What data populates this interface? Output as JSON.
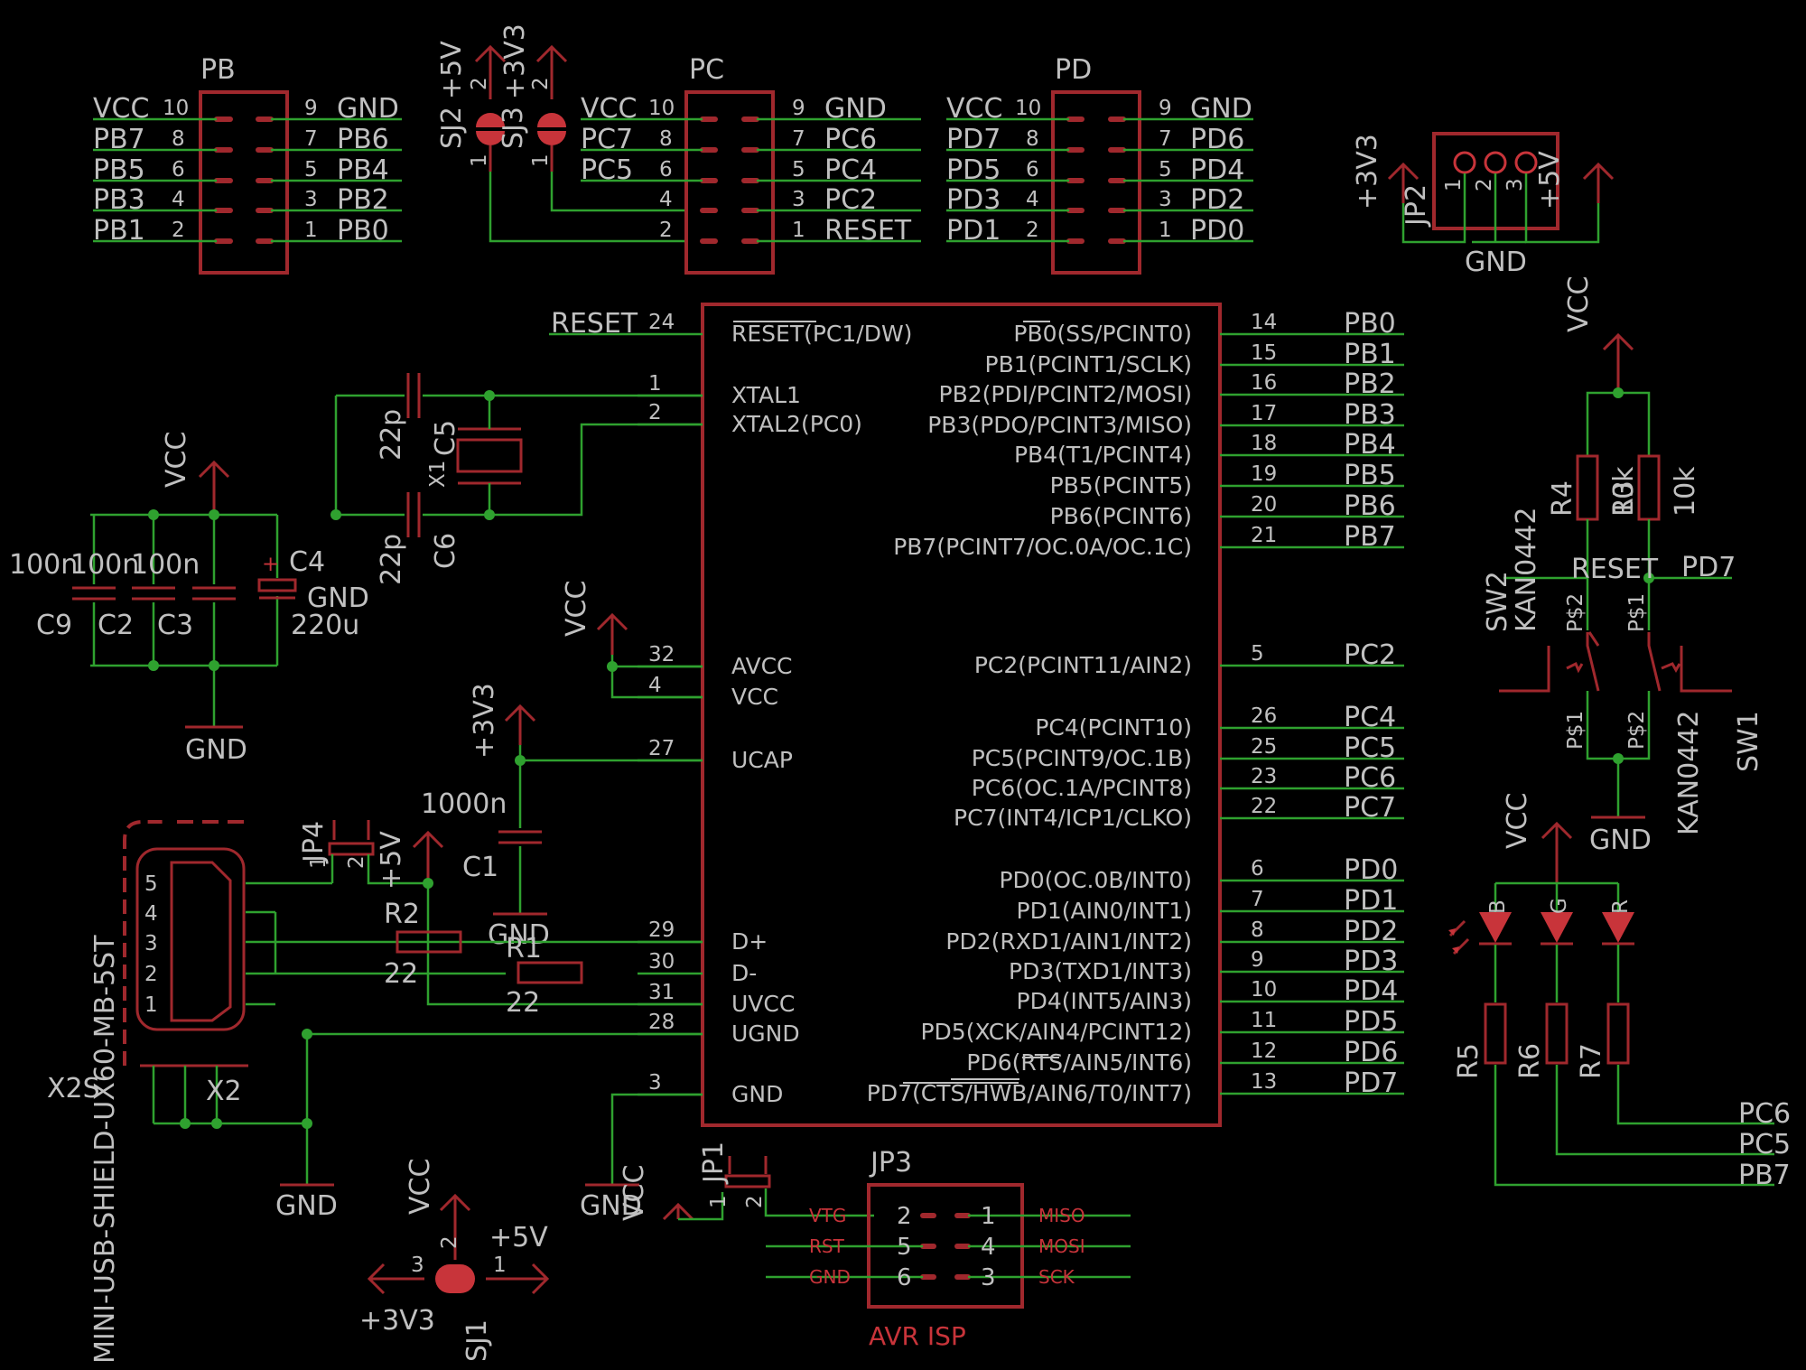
{
  "labels": {
    "pb_header": "PB",
    "pc_header": "PC",
    "pd_header": "PD",
    "vcc": "VCC",
    "gnd": "GND",
    "plus5v": "+5V",
    "plus3v3": "+3V3",
    "reset": "RESET",
    "pc2_net": "PC2",
    "pd7_net": "PD7",
    "pc6_net": "PC6",
    "pc5_net": "PC5",
    "pb7_net": "PB7",
    "pb7": "PB7",
    "pb6": "PB6",
    "pb5": "PB5",
    "pb4": "PB4",
    "pb3": "PB3",
    "pb2": "PB2",
    "pb1": "PB1",
    "pb0": "PB0",
    "pc7": "PC7",
    "pc6": "PC6",
    "pc5": "PC5",
    "pc4": "PC4",
    "pd7": "PD7",
    "pd6": "PD6",
    "pd5": "PD5",
    "pd4": "PD4",
    "pd3": "PD3",
    "pd2": "PD2",
    "pd1": "PD1",
    "pd0": "PD0",
    "n1": "1",
    "n2": "2",
    "n3": "3",
    "n4": "4",
    "n5": "5",
    "n6": "6",
    "n7": "7",
    "n8": "8",
    "n9": "9",
    "n10": "10",
    "sj1": "SJ1",
    "sj2": "SJ2",
    "sj3": "SJ3",
    "jp1": "JP1",
    "jp2": "JP2",
    "jp3": "JP3",
    "jp4": "JP4",
    "c1": "C1",
    "c2": "C2",
    "c3": "C3",
    "c4": "C4",
    "c5": "C5",
    "c6": "C6",
    "c9": "C9",
    "v100n": "100n",
    "v22p": "22p",
    "v220u": "220u",
    "v1000n": "1000n",
    "x1": "X1",
    "r1": "R1",
    "r2": "R2",
    "r3": "R3",
    "r4": "R4",
    "r5": "R5",
    "r6": "R6",
    "r7": "R7",
    "v22": "22",
    "v10k": "10k",
    "sw1": "SW1",
    "sw2": "SW2",
    "kan0442": "KAN0442",
    "p1": "P$1",
    "p2": "P$2",
    "x2": "X2",
    "x2s": "X2S",
    "usb": "MINI-USB-SHIELD-UX60-MB-5ST",
    "led_b": "B",
    "led_g": "G",
    "led_r": "R"
  },
  "mcu": {
    "left_pins": [
      {
        "num": "24",
        "name": "RESET(PC1/DW)"
      },
      {
        "num": "1",
        "name": "XTAL1"
      },
      {
        "num": "2",
        "name": "XTAL2(PC0)"
      },
      {
        "num": "32",
        "name": "AVCC"
      },
      {
        "num": "4",
        "name": "VCC"
      },
      {
        "num": "27",
        "name": "UCAP"
      },
      {
        "num": "29",
        "name": "D+"
      },
      {
        "num": "30",
        "name": "D-"
      },
      {
        "num": "31",
        "name": "UVCC"
      },
      {
        "num": "28",
        "name": "UGND"
      },
      {
        "num": "3",
        "name": "GND"
      }
    ],
    "right_pins": [
      {
        "num": "14",
        "name": "PB0(SS/PCINT0)",
        "net": "PB0"
      },
      {
        "num": "15",
        "name": "PB1(PCINT1/SCLK)",
        "net": "PB1"
      },
      {
        "num": "16",
        "name": "PB2(PDI/PCINT2/MOSI)",
        "net": "PB2"
      },
      {
        "num": "17",
        "name": "PB3(PDO/PCINT3/MISO)",
        "net": "PB3"
      },
      {
        "num": "18",
        "name": "PB4(T1/PCINT4)",
        "net": "PB4"
      },
      {
        "num": "19",
        "name": "PB5(PCINT5)",
        "net": "PB5"
      },
      {
        "num": "20",
        "name": "PB6(PCINT6)",
        "net": "PB6"
      },
      {
        "num": "21",
        "name": "PB7(PCINT7/OC.0A/OC.1C)",
        "net": "PB7"
      },
      {
        "num": "5",
        "name": "PC2(PCINT11/AIN2)",
        "net": "PC2"
      },
      {
        "num": "26",
        "name": "PC4(PCINT10)",
        "net": "PC4"
      },
      {
        "num": "25",
        "name": "PC5(PCINT9/OC.1B)",
        "net": "PC5"
      },
      {
        "num": "23",
        "name": "PC6(OC.1A/PCINT8)",
        "net": "PC6"
      },
      {
        "num": "22",
        "name": "PC7(INT4/ICP1/CLKO)",
        "net": "PC7"
      },
      {
        "num": "6",
        "name": "PD0(OC.0B/INT0)",
        "net": "PD0"
      },
      {
        "num": "7",
        "name": "PD1(AIN0/INT1)",
        "net": "PD1"
      },
      {
        "num": "8",
        "name": "PD2(RXD1/AIN1/INT2)",
        "net": "PD2"
      },
      {
        "num": "9",
        "name": "PD3(TXD1/INT3)",
        "net": "PD3"
      },
      {
        "num": "10",
        "name": "PD4(INT5/AIN3)",
        "net": "PD4"
      },
      {
        "num": "11",
        "name": "PD5(XCK/AIN4/PCINT12)",
        "net": "PD5"
      },
      {
        "num": "12",
        "name": "PD6(RTS/AIN5/INT6)",
        "net": "PD6"
      },
      {
        "num": "13",
        "name": "PD7(CTS/HWB/AIN6/T0/INT7)",
        "net": "PD7"
      }
    ]
  },
  "isp": {
    "title": "AVR ISP",
    "pins": [
      {
        "lname": "VTG",
        "l": "2",
        "r": "1",
        "rname": "MISO"
      },
      {
        "lname": "RST",
        "l": "5",
        "r": "4",
        "rname": "MOSI"
      },
      {
        "lname": "GND",
        "l": "6",
        "r": "3",
        "rname": "SCK"
      }
    ]
  }
}
